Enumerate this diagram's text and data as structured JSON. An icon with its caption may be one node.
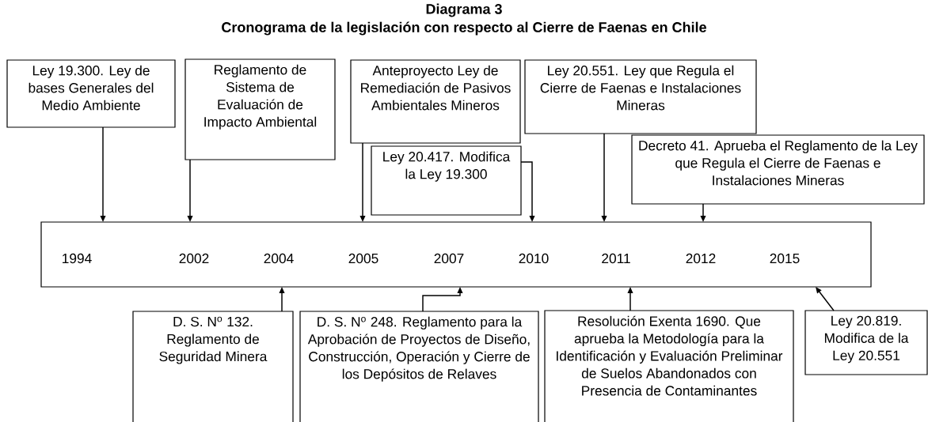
{
  "diagram": {
    "title": "Cronograma de la legislación con respecto al Cierre de Faenas en Chile",
    "labels": [
      "Diagrama 3"
    ],
    "nodes": [
      {
        "text": [
          "Ley 19.300. Ley de bases Generales del Medio Ambiente"
        ]
      },
      {
        "text": [
          "Reglamento de Sistema de Evaluación de Impacto Ambiental"
        ]
      },
      {
        "text": [
          "Anteproyecto Ley de Remediación de Pasivos Ambientales Mineros"
        ]
      },
      {
        "text": [
          "Ley 20.417. Modifica la Ley 19.300"
        ]
      },
      {
        "text": [
          "Ley 20.551. Ley que Regula el Cierre de Faenas e Instalaciones Mineras"
        ]
      },
      {
        "text": [
          "Decreto 41. Aprueba el Reglamento de la Ley que Regula el Cierre de Faenas e Instalaciones Mineras"
        ]
      },
      {
        "text": [
          "1994",
          "2002",
          "2004",
          "2005",
          "2007",
          "2010",
          "2011",
          "2012",
          "2015"
        ]
      },
      {
        "text": [
          "D. S. N$^{o}$ 132. Reglamento de Seguridad Minera"
        ]
      },
      {
        "text": [
          "D. S. N$^{o}$ 248. Reglamento para la Aprobación de Proyectos de Diseño, Construcción, Operación y Cierre de los Depósitos de Relaves"
        ]
      },
      {
        "text": [
          "Resolución Exenta 1690. Que aprueba la Metodología para la Identificación y Evaluación Preliminar de Suelos Abandonados con Presencia de Contaminantes"
        ]
      },
      {
        "text": [
          "Ley 20.819. Modifica de la Ley 20.551"
        ]
      }
    ],
    "edges": [
      {
        "from": 0,
        "to": 6,
        "arrow": "to"
      },
      {
        "from": 1,
        "to": 6,
        "arrow": "to"
      },
      {
        "from": 2,
        "to": 6,
        "arrow": "to"
      },
      {
        "from": 3,
        "to": 6,
        "arrow": "to"
      },
      {
        "from": 4,
        "to": 6,
        "arrow": "to"
      },
      {
        "from": 5,
        "to": 6,
        "arrow": "to"
      },
      {
        "from": 7,
        "to": 6,
        "arrow": "to"
      },
      {
        "from": 8,
        "to": 6,
        "arrow": "to"
      },
      {
        "from": 9,
        "to": 6,
        "arrow": "to"
      },
      {
        "from": 10,
        "to": 6,
        "arrow": "to"
      }
    ]
  }
}
